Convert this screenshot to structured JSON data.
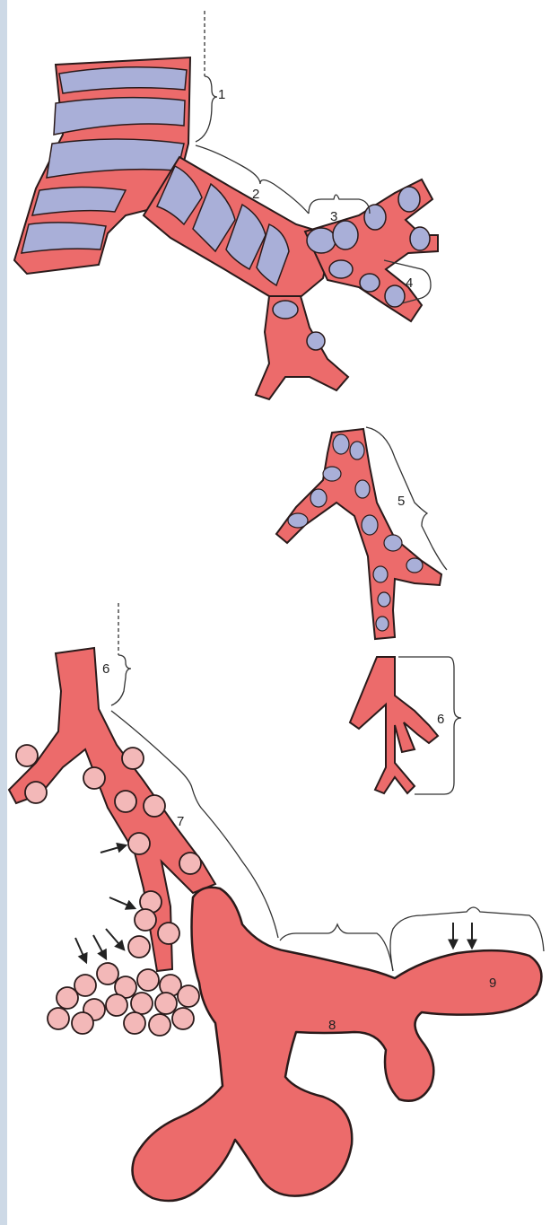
{
  "colors": {
    "tissue_red": "#ec6b6b",
    "tissue_dark": "#c23b3b",
    "cartilage_blue": "#a9afd8",
    "cartilage_light": "#d5d8ee",
    "alveolus_pink": "#f3b8b8",
    "outline": "#2a1a1a",
    "left_edge_strip": "#cdd9e6"
  },
  "labels": [
    {
      "id": "1",
      "text": "1"
    },
    {
      "id": "2",
      "text": "2"
    },
    {
      "id": "3",
      "text": "3"
    },
    {
      "id": "4",
      "text": "4"
    },
    {
      "id": "5",
      "text": "5"
    },
    {
      "id": "6a",
      "text": "6"
    },
    {
      "id": "6b",
      "text": "6"
    },
    {
      "id": "7",
      "text": "7"
    },
    {
      "id": "8",
      "text": "8"
    },
    {
      "id": "9",
      "text": "9"
    }
  ],
  "icons": [
    "arrow-down-icon",
    "arrow-right-icon"
  ]
}
